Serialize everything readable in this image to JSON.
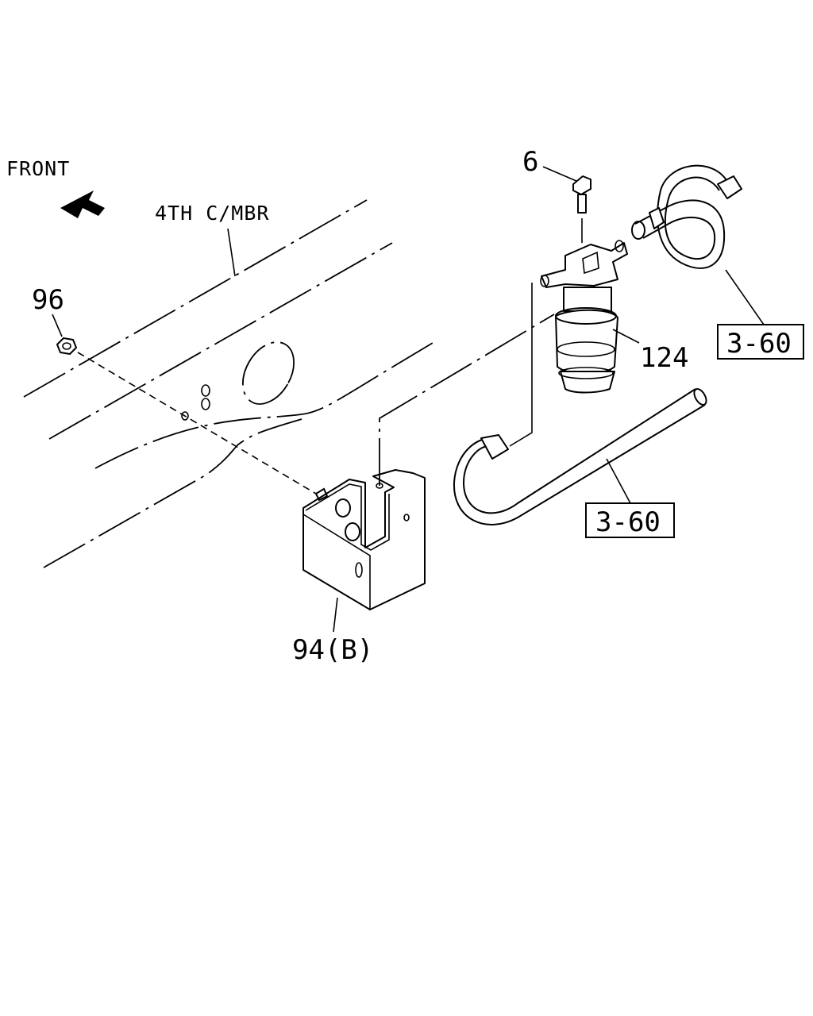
{
  "direction_label": "FRONT",
  "member_label": "4TH C/MBR",
  "callouts": {
    "bolt": "6",
    "nut": "96",
    "filter": "124",
    "bracket": "94(B)",
    "ref_upper": "3-60",
    "ref_lower": "3-60"
  },
  "icons": {
    "direction": "front-arrow-icon"
  }
}
